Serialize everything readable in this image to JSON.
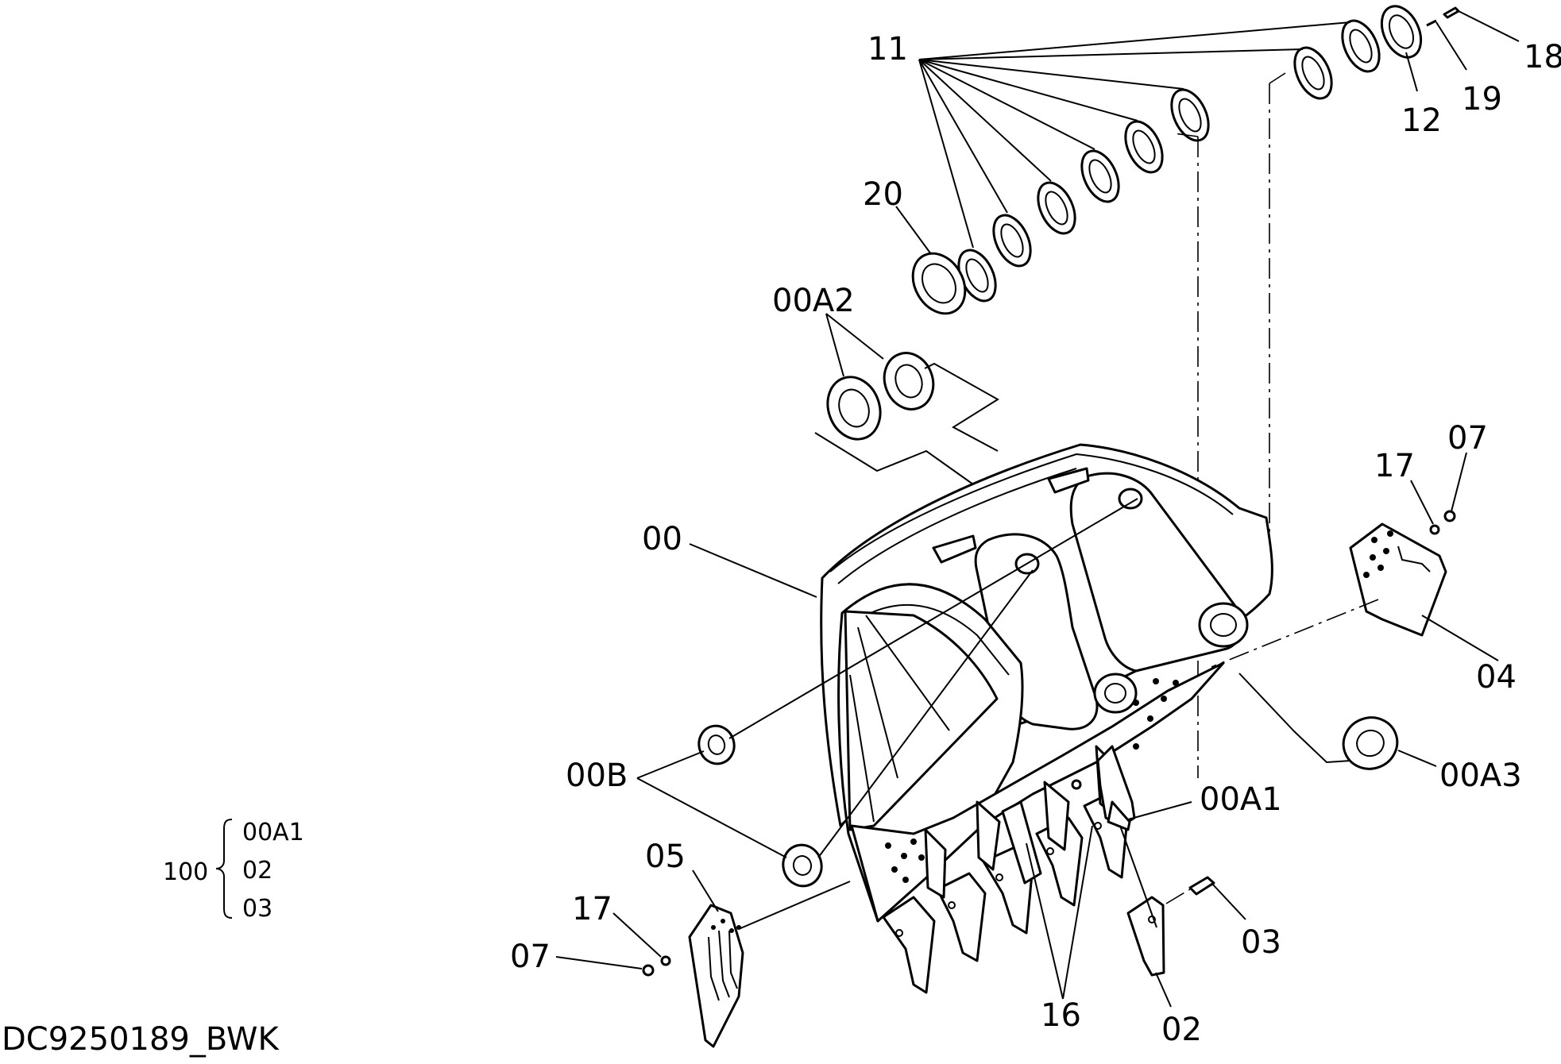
{
  "drawing_id": "DC9250189_BWK",
  "callouts": {
    "c11": "11",
    "c12": "12",
    "c18": "18",
    "c19": "19",
    "c20": "20",
    "c00a2": "00A2",
    "c00": "00",
    "c17r": "17",
    "c07r": "07",
    "c04": "04",
    "c00a3": "00A3",
    "c00b": "00B",
    "c00a1": "00A1",
    "c05": "05",
    "c17l": "17",
    "c07l": "07",
    "c16": "16",
    "c03": "03",
    "c02": "02"
  },
  "kit": {
    "number": "100",
    "items": [
      "00A1",
      "02",
      "03"
    ]
  }
}
